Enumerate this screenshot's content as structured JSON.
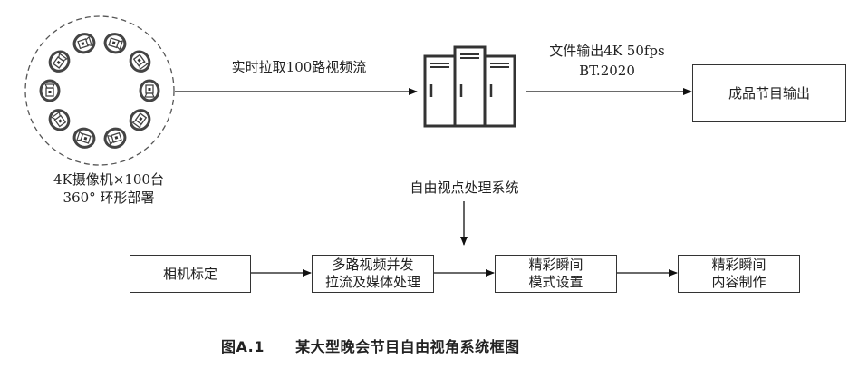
{
  "figure": {
    "caption_number": "图A.1",
    "caption_title": "某大型晚会节目自由视角系统框图"
  },
  "top_row": {
    "camera_ring": {
      "icon": "camera-ring-icon",
      "camera_count_drawn": 10,
      "label_line1": "4K摄像机×100台",
      "label_line2": "360° 环形部署"
    },
    "arrow1_label": "实时拉取100路视频流",
    "server": {
      "icon": "server-rack-icon"
    },
    "arrow2_label_line1": "文件输出4K 50fps",
    "arrow2_label_line2": "BT.2020",
    "output_box": "成品节目输出"
  },
  "system_label": "自由视点处理系统",
  "bottom_row": {
    "steps": [
      {
        "line1": "相机标定",
        "line2": ""
      },
      {
        "line1": "多路视频并发",
        "line2": "拉流及媒体处理"
      },
      {
        "line1": "精彩瞬间",
        "line2": "模式设置"
      },
      {
        "line1": "精彩瞬间",
        "line2": "内容制作"
      }
    ]
  }
}
